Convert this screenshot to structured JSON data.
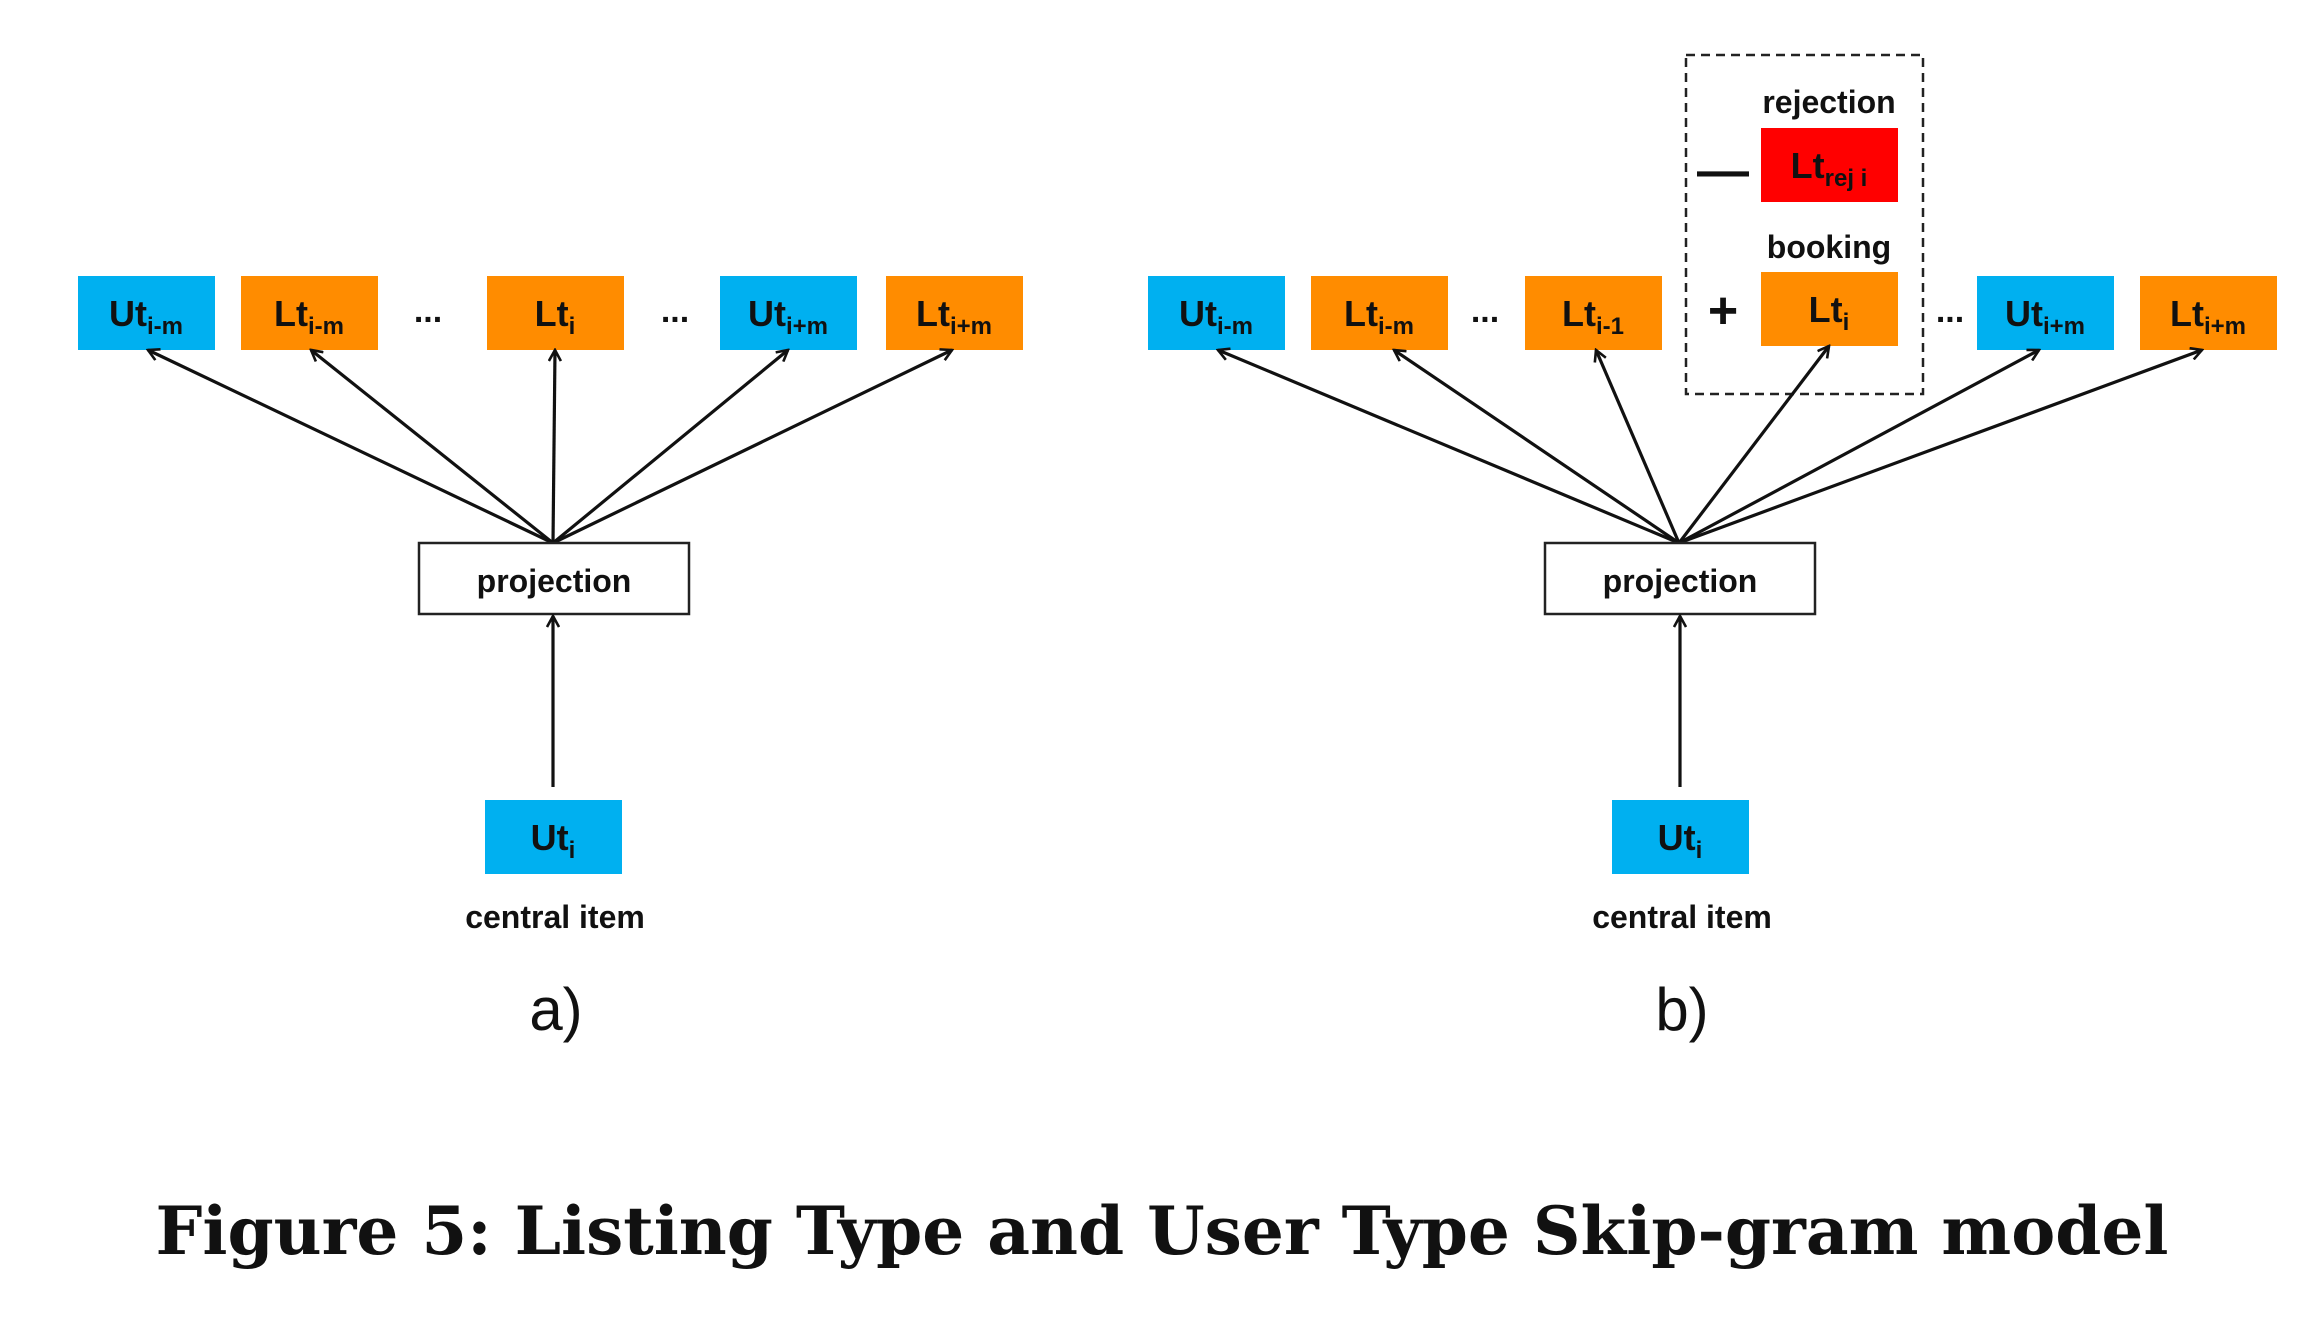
{
  "colors": {
    "user_type": "#00b0f0",
    "listing_type": "#ff8c00",
    "rejection": "#ff0000",
    "border": "#222222"
  },
  "panel_a": {
    "label": "a)",
    "projection": "projection",
    "central": {
      "base": "Ut",
      "sub": "i"
    },
    "central_caption": "central item",
    "context": [
      {
        "base": "Ut",
        "sub": "i-m",
        "kind": "user_type"
      },
      {
        "base": "Lt",
        "sub": "i-m",
        "kind": "listing_type"
      },
      {
        "base": "Lt",
        "sub": "i",
        "kind": "listing_type"
      },
      {
        "base": "Ut",
        "sub": "i+m",
        "kind": "user_type"
      },
      {
        "base": "Lt",
        "sub": "i+m",
        "kind": "listing_type"
      }
    ],
    "ellipsis": "..."
  },
  "panel_b": {
    "label": "b)",
    "projection": "projection",
    "central": {
      "base": "Ut",
      "sub": "i"
    },
    "central_caption": "central item",
    "context": [
      {
        "base": "Ut",
        "sub": "i-m",
        "kind": "user_type"
      },
      {
        "base": "Lt",
        "sub": "i-m",
        "kind": "listing_type"
      },
      {
        "base": "Lt",
        "sub": "i-1",
        "kind": "listing_type"
      },
      {
        "base": "Lt",
        "sub": "i",
        "kind": "listing_type"
      },
      {
        "base": "Ut",
        "sub": "i+m",
        "kind": "user_type"
      },
      {
        "base": "Lt",
        "sub": "i+m",
        "kind": "listing_type"
      }
    ],
    "ellipsis": "...",
    "rejection_label": "rejection",
    "rejection_item": {
      "base": "Lt",
      "sub": "rej i",
      "kind": "rejection"
    },
    "minus_sign": "—",
    "booking_label": "booking",
    "plus_sign": "+"
  },
  "caption": "Figure 5: Listing Type and User Type Skip-gram model"
}
